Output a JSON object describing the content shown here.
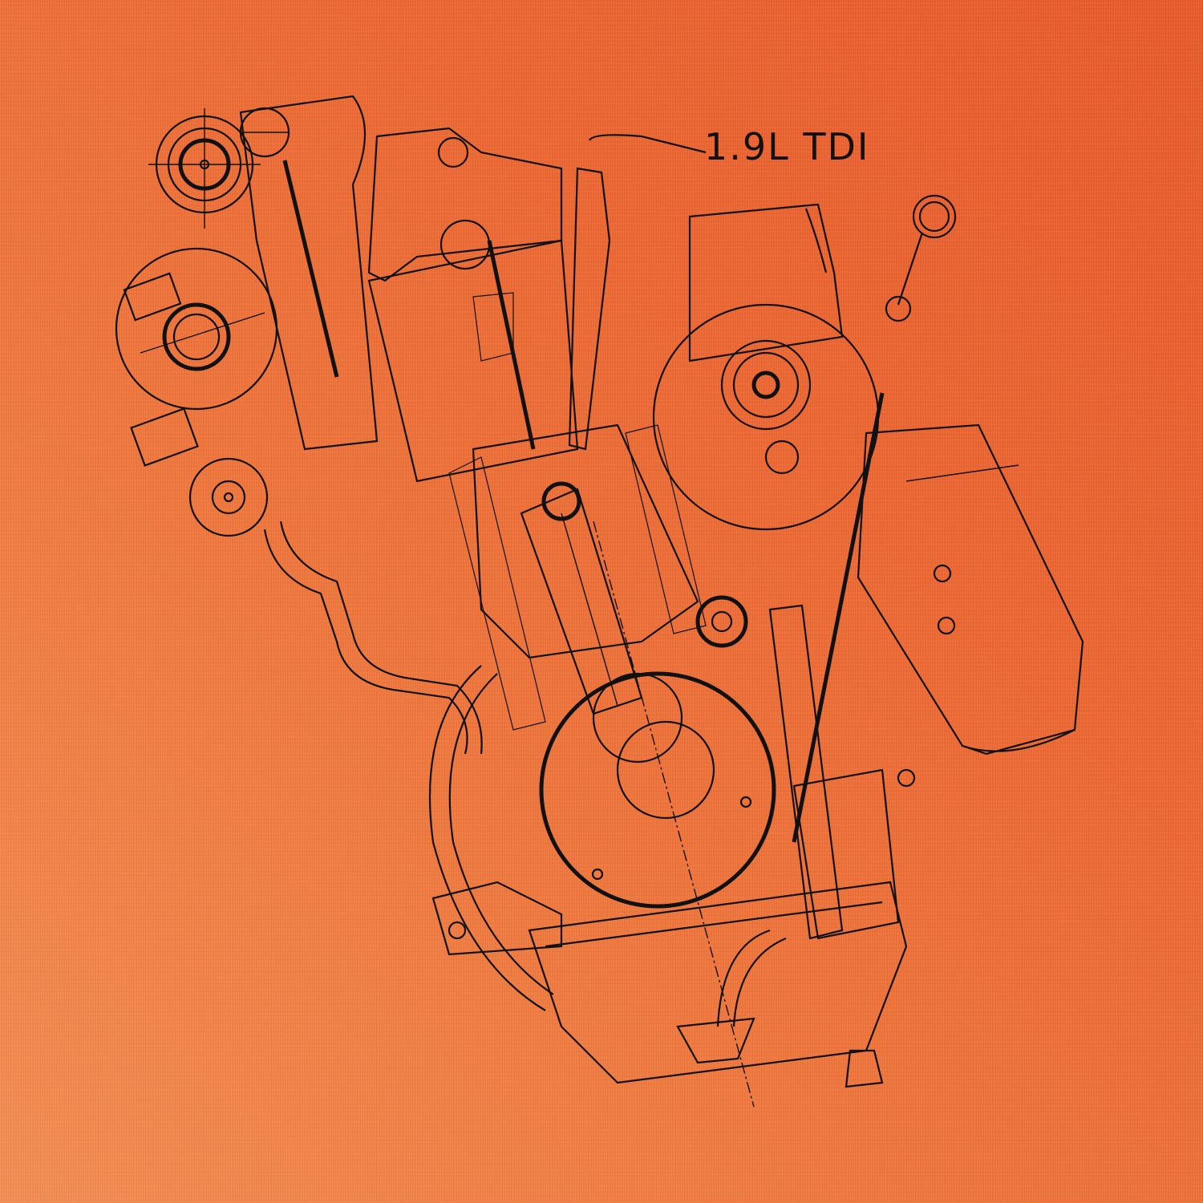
{
  "label": "1.9L TDI",
  "illustration": {
    "subject": "engine-cutaway-line-drawing",
    "line_color": "#111111"
  },
  "background": {
    "colors": [
      "#e8592a",
      "#ec6631",
      "#f07a3e",
      "#f38c52"
    ],
    "texture": "canvas"
  }
}
